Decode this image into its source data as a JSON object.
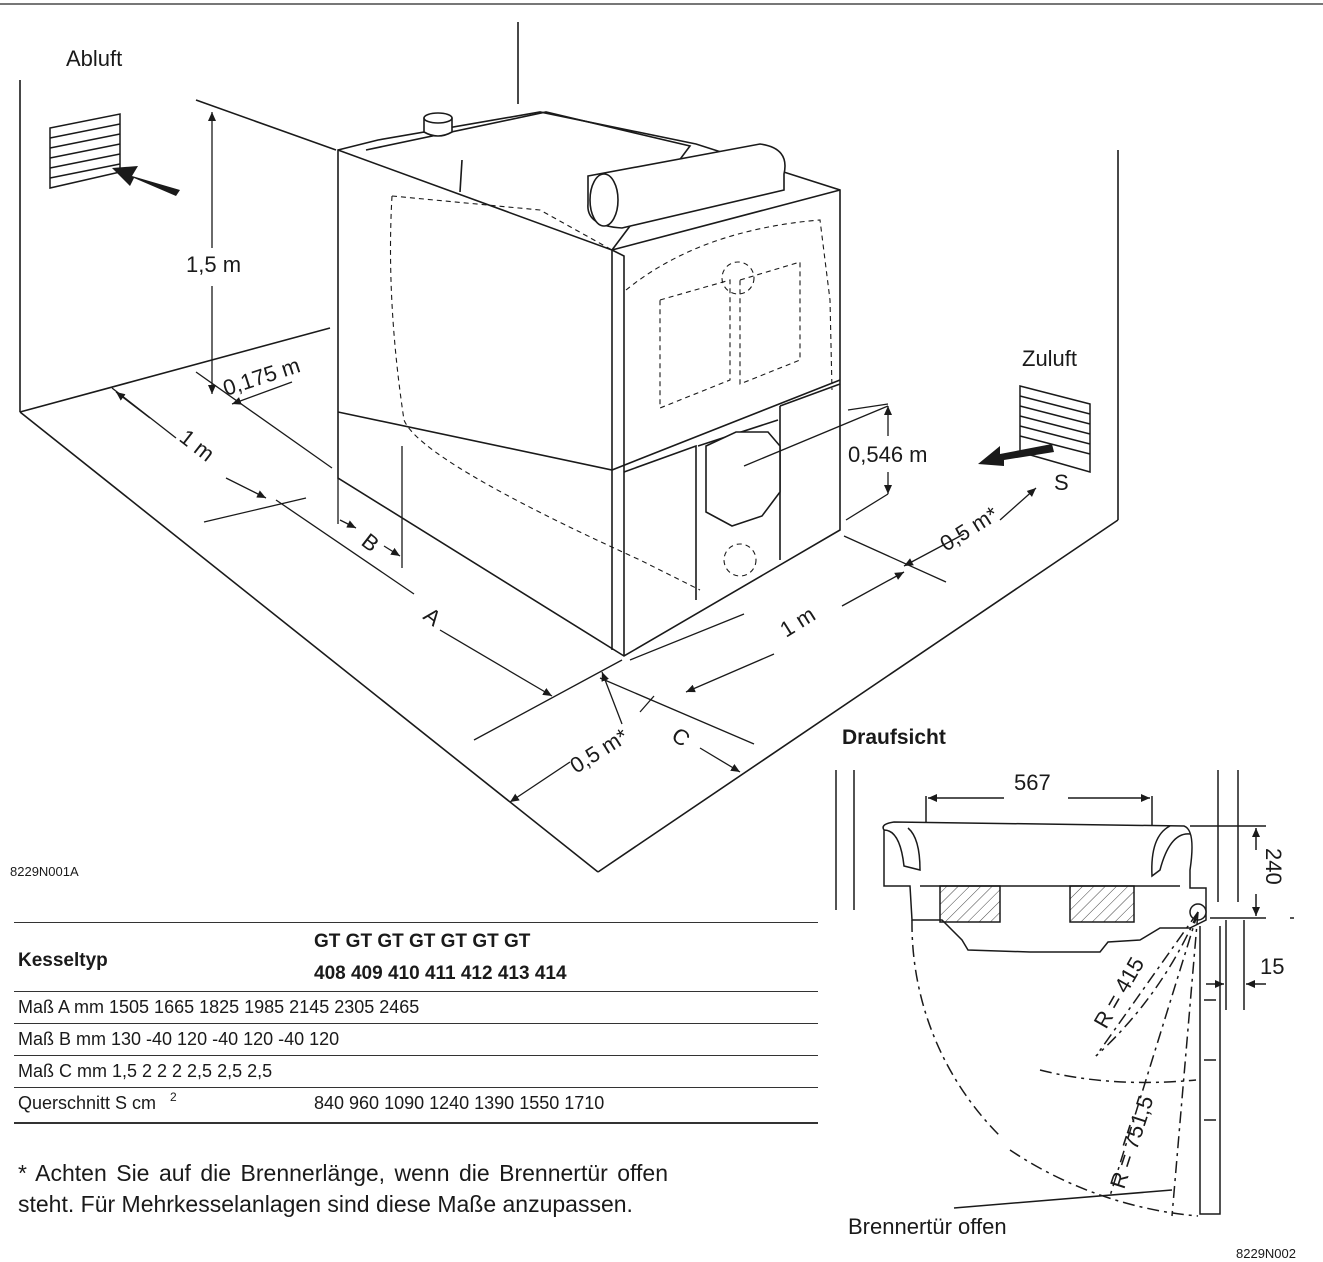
{
  "figure": {
    "labels": {
      "abluft": "Abluft",
      "zuluft": "Zuluft",
      "height_1_5m": "1,5 m",
      "dist_0_175m": "0,175 m",
      "dist_1m_left": "1 m",
      "dist_1m_front": "1 m",
      "dist_0_546m": "0,546 m",
      "dist_0_5m_right": "0,5 m*",
      "dist_0_5m_front": "0,5 m*",
      "dim_A": "A",
      "dim_B": "B",
      "dim_C": "C",
      "dim_S": "S",
      "code_left": "8229N001A"
    }
  },
  "topview": {
    "title": "Draufsicht",
    "dim_567": "567",
    "dim_240": "240",
    "dim_15": "15",
    "radius_415": "R = 415",
    "radius_751": "R = 751,5",
    "door_open": "Brennertür offen",
    "code_right": "8229N002"
  },
  "table": {
    "header_label": "Kesseltyp",
    "header_gt": "GT GT GT GT GT GT GT",
    "header_nums": "408 409 410 411 412 413 414",
    "rows": [
      {
        "text": "Maß A mm 1505 1665 1825 1985 2145 2305 2465"
      },
      {
        "text": "Maß B mm 130 -40 120 -40 120 -40 120"
      },
      {
        "text": "Maß C mm 1,5 2 2 2 2,5 2,5 2,5"
      }
    ],
    "row_s_label": "Querschnitt S cm",
    "row_s_sup": "2",
    "row_s_values": "840 960 1090 1240 1390 1550 1710"
  },
  "footnote": "* Achten Sie auf die Brennerlänge, wenn die Brennertür offen steht. Für Mehrkesselanlagen sind diese Maße anzupassen."
}
